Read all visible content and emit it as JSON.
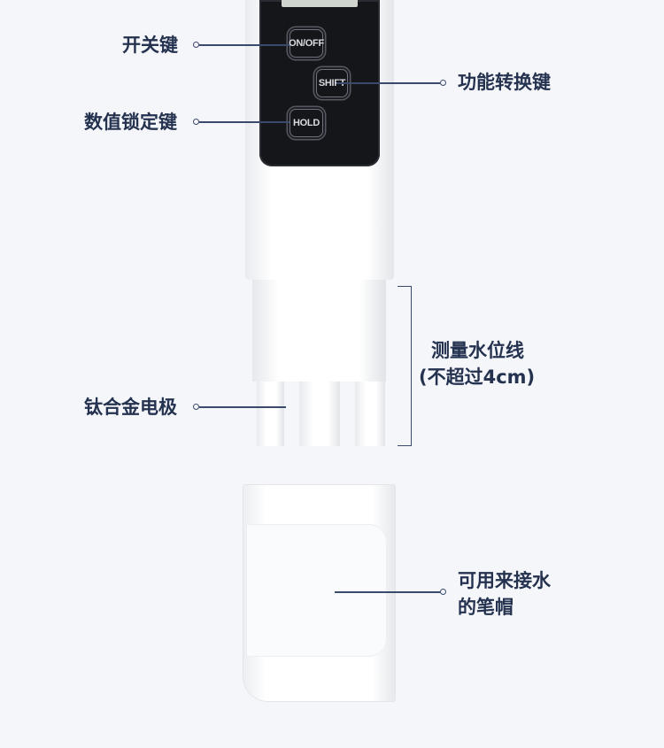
{
  "labels": {
    "power_key": "开关键",
    "function_key": "功能转换键",
    "hold_key": "数值锁定键",
    "water_line_1": "测量水位线",
    "water_line_2": "(不超过4cm)",
    "electrode": "钛合金电极",
    "cap_1": "可用来接水",
    "cap_2": "的笔帽"
  },
  "buttons": {
    "on_off": "ON/OFF",
    "shift": "SHIFT",
    "hold": "HOLD"
  }
}
